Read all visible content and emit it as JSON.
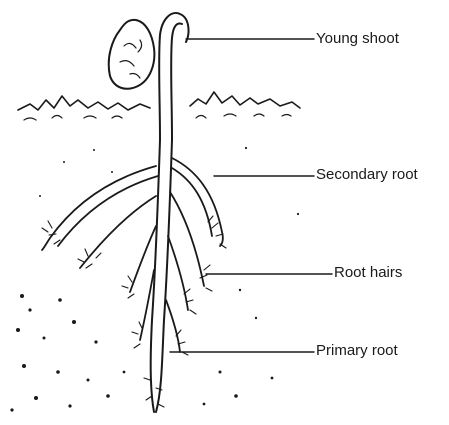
{
  "diagram": {
    "labels": {
      "young_shoot": "Young shoot",
      "secondary_root": "Secondary root",
      "root_hairs": "Root hairs",
      "primary_root": "Primary root"
    },
    "colors": {
      "ink": "#1a1a1a",
      "background": "#ffffff"
    }
  }
}
